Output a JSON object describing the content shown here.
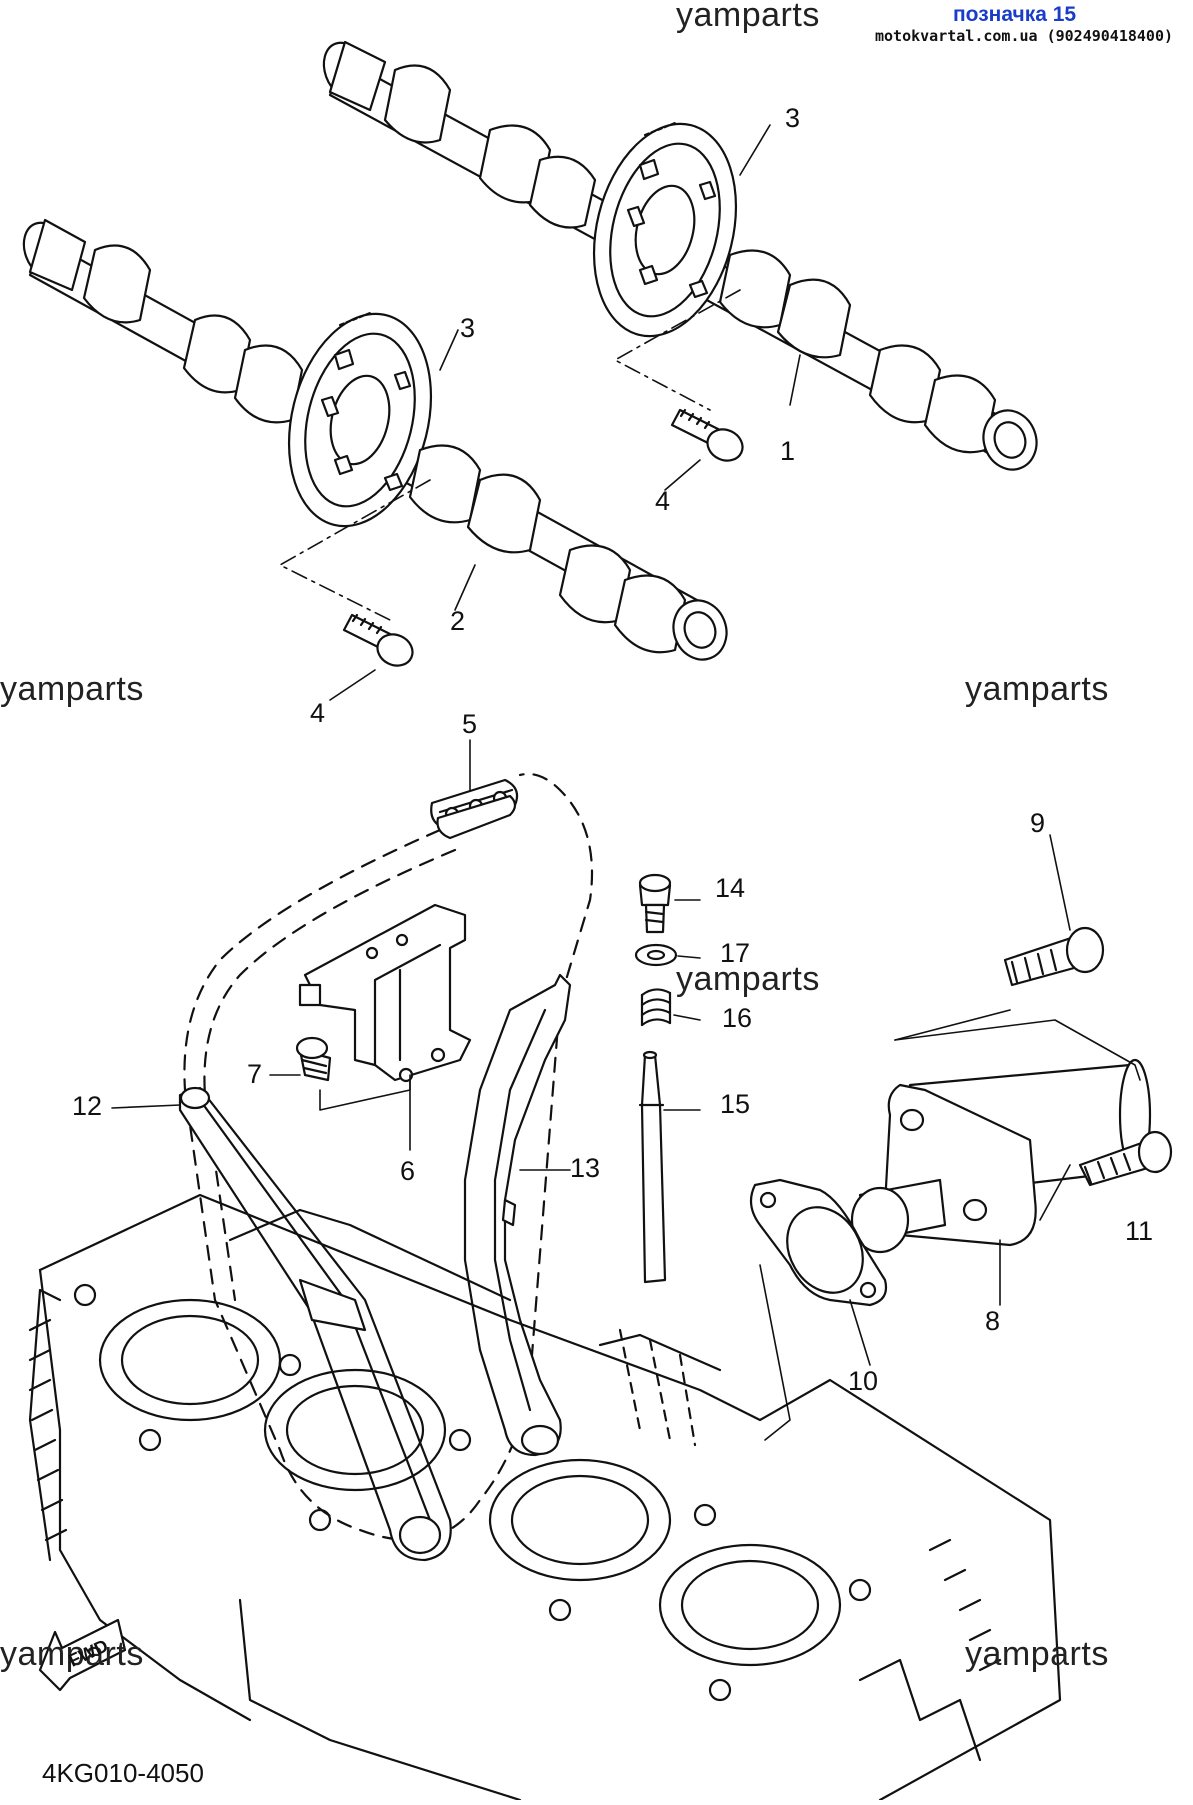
{
  "header": {
    "label": "позначка 15",
    "site": "motokvartal.com.ua (902490418400)"
  },
  "watermark": "yamparts",
  "diagram_code": "4KG010-4050",
  "fwd_label": "FWD",
  "callouts": {
    "p1": "1",
    "p2": "2",
    "p3a": "3",
    "p3b": "3",
    "p4a": "4",
    "p4b": "4",
    "p5": "5",
    "p6": "6",
    "p7": "7",
    "p8": "8",
    "p9": "9",
    "p10": "10",
    "p11": "11",
    "p12": "12",
    "p13": "13",
    "p14": "14",
    "p15": "15",
    "p16": "16",
    "p17": "17"
  }
}
